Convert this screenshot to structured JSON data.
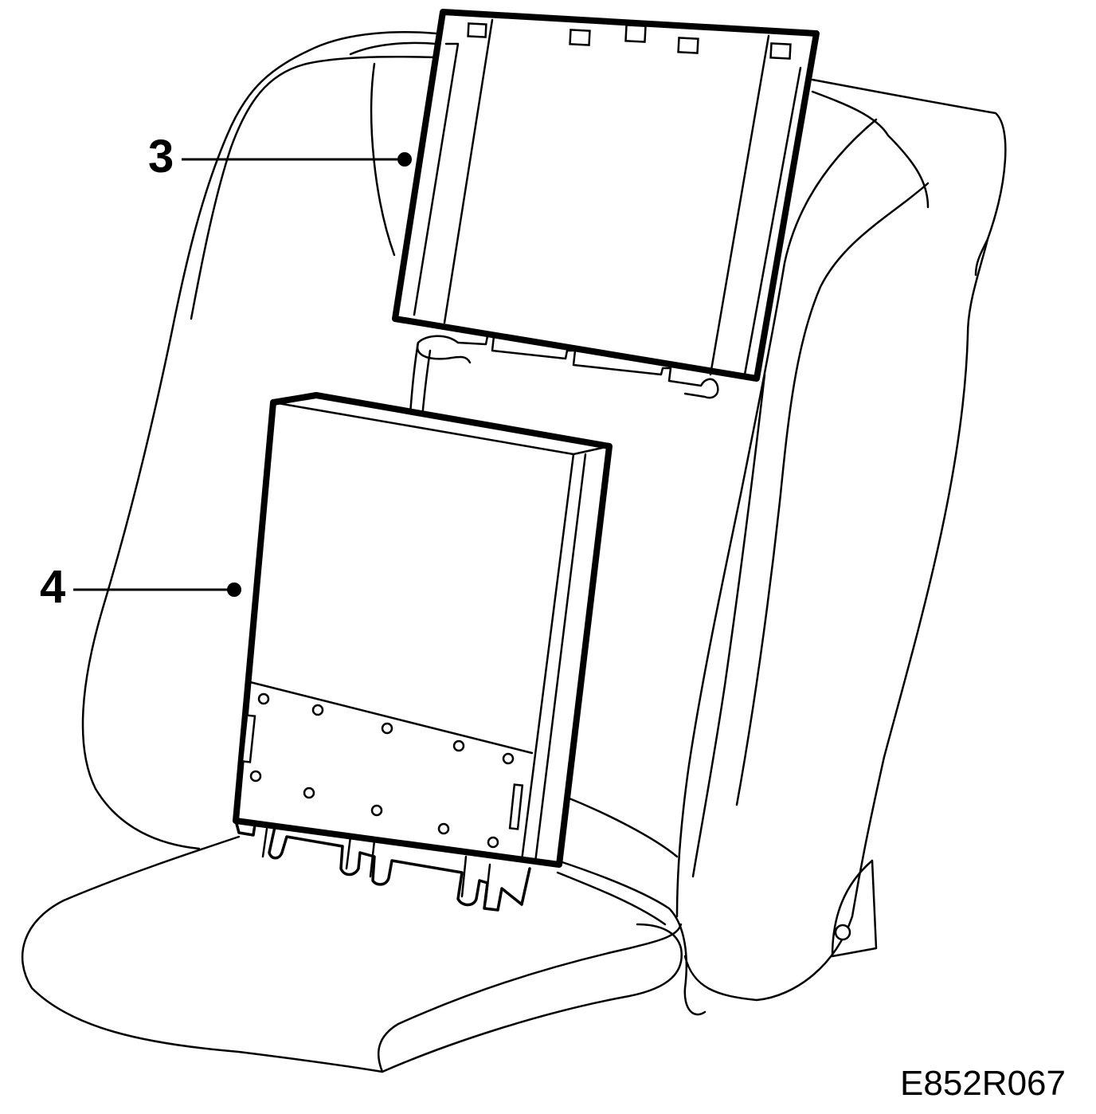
{
  "callouts": [
    {
      "id": "3",
      "label": "3"
    },
    {
      "id": "4",
      "label": "4"
    }
  ],
  "figure_code": "E852R067"
}
